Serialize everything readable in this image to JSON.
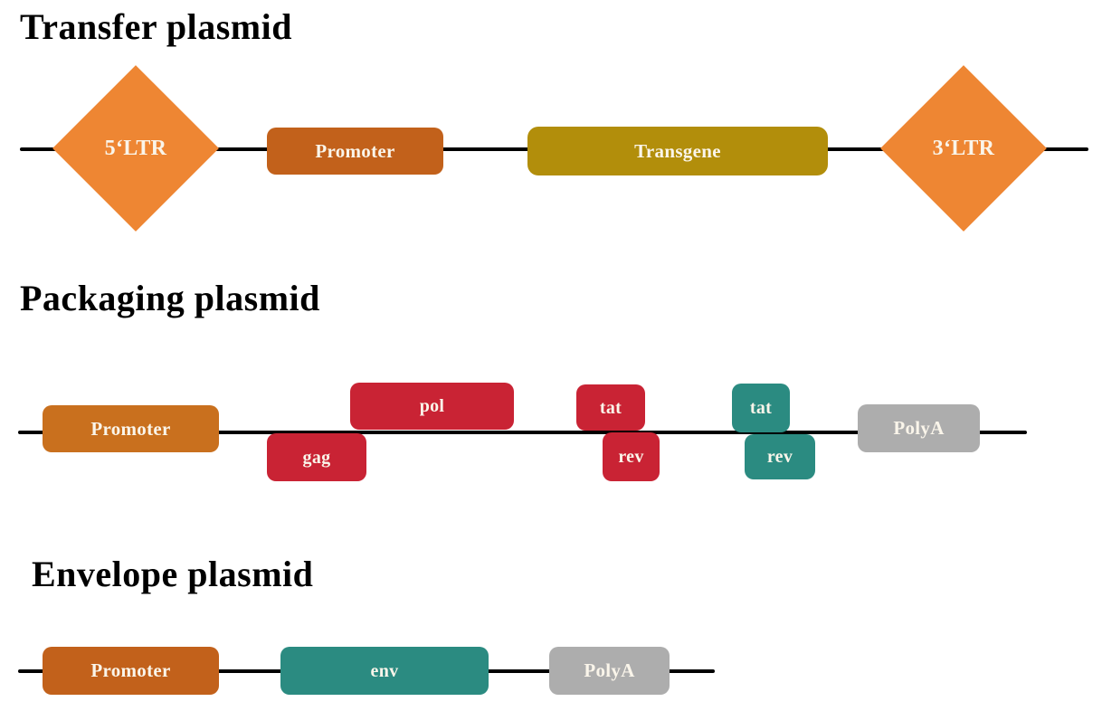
{
  "palette": {
    "ltr_orange": "#EE8633",
    "promoter_orange": "#C2611B",
    "promoter_orange_packaging": "#C9701E",
    "transgene_gold": "#B28E0B",
    "gene_crimson": "#C92334",
    "gene_teal": "#2B8B81",
    "polya_gray": "#ADADAD",
    "backbone_black": "#000000",
    "label_cream": "#FAF5EA",
    "title_black": "#000000"
  },
  "sections": {
    "transfer": {
      "title": "Transfer plasmid",
      "elements": {
        "ltr5": {
          "label": "5‘LTR"
        },
        "promoter": {
          "label": "Promoter"
        },
        "transgene": {
          "label": "Transgene"
        },
        "ltr3": {
          "label": "3‘LTR"
        }
      }
    },
    "packaging": {
      "title": "Packaging plasmid",
      "elements": {
        "promoter": {
          "label": "Promoter"
        },
        "gag": {
          "label": "gag"
        },
        "pol": {
          "label": "pol"
        },
        "tat_crimson": {
          "label": "tat"
        },
        "rev_crimson": {
          "label": "rev"
        },
        "tat_teal": {
          "label": "tat"
        },
        "rev_teal": {
          "label": "rev"
        },
        "polya": {
          "label": "PolyA"
        }
      }
    },
    "envelope": {
      "title": "Envelope plasmid",
      "elements": {
        "promoter": {
          "label": "Promoter"
        },
        "env": {
          "label": "env"
        },
        "polya": {
          "label": "PolyA"
        }
      }
    }
  }
}
